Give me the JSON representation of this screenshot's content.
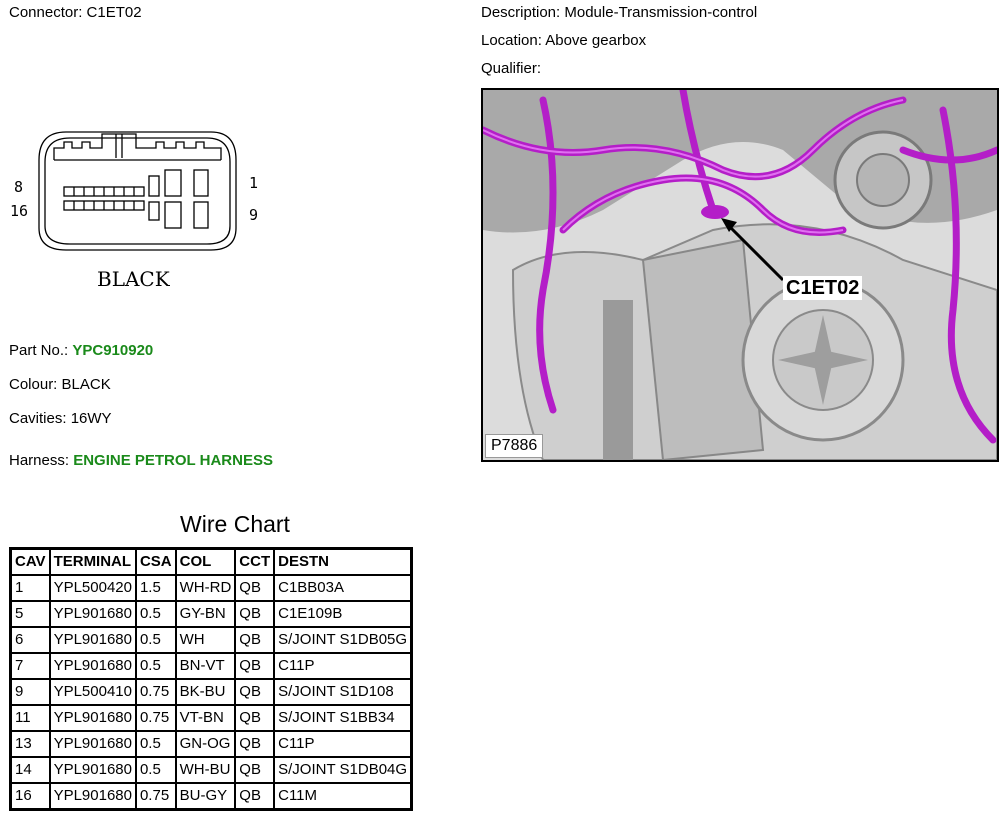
{
  "connector": {
    "label": "Connector:",
    "value": "C1ET02"
  },
  "description": {
    "label": "Description:",
    "value": "Module-Transmission-control"
  },
  "location": {
    "label": "Location:",
    "value": "Above gearbox"
  },
  "qualifier": {
    "label": "Qualifier:",
    "value": ""
  },
  "diagram": {
    "pin_top_left": "8",
    "pin_bottom_left": "16",
    "pin_top_right": "1",
    "pin_bottom_right": "9",
    "colour_text": "BLACK"
  },
  "photo": {
    "callout": "C1ET02",
    "reference": "P7886"
  },
  "part_no": {
    "label": "Part No.:",
    "value": "YPC910920"
  },
  "colour": {
    "label": "Colour:",
    "value": "BLACK"
  },
  "cavities": {
    "label": "Cavities:",
    "value": "16WY"
  },
  "harness": {
    "label": "Harness:",
    "value": "ENGINE PETROL HARNESS"
  },
  "wire_chart": {
    "title": "Wire Chart",
    "headers": [
      "CAV",
      "TERMINAL",
      "CSA",
      "COL",
      "CCT",
      "DESTN"
    ],
    "rows": [
      [
        "1",
        "YPL500420",
        "1.5",
        "WH-RD",
        "QB",
        "C1BB03A"
      ],
      [
        "5",
        "YPL901680",
        "0.5",
        "GY-BN",
        "QB",
        "C1E109B"
      ],
      [
        "6",
        "YPL901680",
        "0.5",
        "WH",
        "QB",
        "S/JOINT S1DB05G"
      ],
      [
        "7",
        "YPL901680",
        "0.5",
        "BN-VT",
        "QB",
        "C11P"
      ],
      [
        "9",
        "YPL500410",
        "0.75",
        "BK-BU",
        "QB",
        "S/JOINT S1D108"
      ],
      [
        "11",
        "YPL901680",
        "0.75",
        "VT-BN",
        "QB",
        "S/JOINT S1BB34"
      ],
      [
        "13",
        "YPL901680",
        "0.5",
        "GN-OG",
        "QB",
        "C11P"
      ],
      [
        "14",
        "YPL901680",
        "0.5",
        "WH-BU",
        "QB",
        "S/JOINT S1DB04G"
      ],
      [
        "16",
        "YPL901680",
        "0.75",
        "BU-GY",
        "QB",
        "C11M"
      ]
    ]
  },
  "colors": {
    "link_green": "#1a8a1a",
    "harness_magenta": "#b41ec8"
  }
}
